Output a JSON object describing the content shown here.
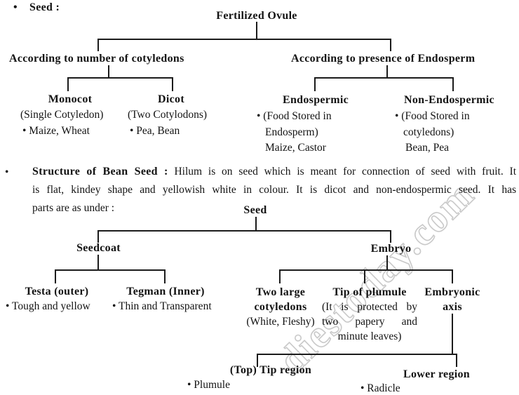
{
  "colors": {
    "text": "#131313",
    "line": "#1b1b1b",
    "watermark": "#c9c9c9",
    "background": "#ffffff"
  },
  "seed_section": {
    "bullet": "•",
    "title": "Seed :"
  },
  "tree1": {
    "root": "Fertilized Ovule",
    "cotyledon_branch": {
      "title": "According to number of cotyledons",
      "monocot": {
        "name": "Monocot",
        "subtitle": "(Single Cotyledon)",
        "examples": "• Maize, Wheat"
      },
      "dicot": {
        "name": "Dicot",
        "subtitle": "(Two Cotylodons)",
        "examples": "• Pea, Bean"
      }
    },
    "endosperm_branch": {
      "title": "According to presence of Endosperm",
      "endospermic": {
        "name": "Endospermic",
        "detail1": "• (Food Stored in",
        "detail2": "Endosperm)",
        "examples": "Maize, Castor"
      },
      "non_endospermic": {
        "name": "Non-Endospermic",
        "detail1": "• (Food Stored in",
        "detail2": "cotyledons)",
        "examples": "Bean, Pea"
      }
    }
  },
  "bean_section": {
    "bullet": "•",
    "lead": "Structure of Bean Seed :",
    "line1": "Hilum is on seed which is meant for connection of seed with fruit. It",
    "line2": "is flat, kindey shape and yellowish white in colour. It is dicot and non-endospermic seed. It has",
    "line3": "parts are as under :"
  },
  "tree2": {
    "root": "Seed",
    "seedcoat": {
      "name": "Seedcoat",
      "testa": {
        "name": "Testa (outer)",
        "detail": "• Tough and yellow"
      },
      "tegman": {
        "name": "Tegman (Inner)",
        "detail": "• Thin and Transparent"
      }
    },
    "embryo": {
      "name": "Embryo",
      "cotyledons": {
        "name1": "Two large",
        "name2": "cotyledons",
        "subtitle": "(White, Fleshy)"
      },
      "plumule_tip": {
        "name": "Tip of plumule",
        "detail1": "(It is protected by",
        "detail2": "two papery and",
        "detail3": "minute leaves)"
      },
      "embryonic_axis": {
        "name1": "Embryonic",
        "name2": "axis"
      },
      "tip_region": {
        "name": "(Top) Tip region",
        "detail": "• Plumule"
      },
      "lower_region": {
        "name": "Lower region",
        "detail": "• Radicle"
      }
    }
  },
  "watermark": "diestoday.com"
}
